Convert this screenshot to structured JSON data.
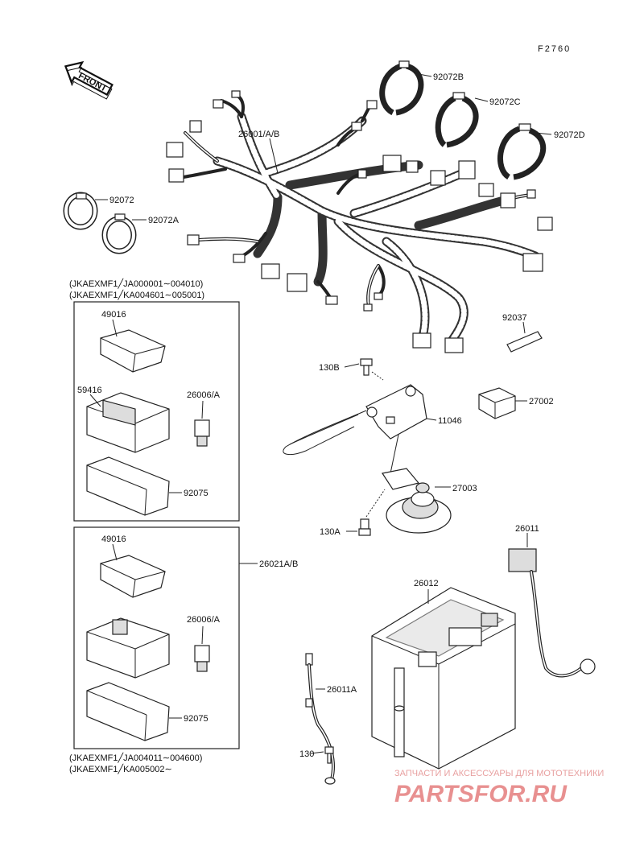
{
  "diagram_code": "F2760",
  "front_arrow": "FRONT",
  "parts": {
    "p26001": "26001/A/B",
    "p92072": "92072",
    "p92072A": "92072A",
    "p92072B": "92072B",
    "p92072C": "92072C",
    "p92072D": "92072D",
    "p92037": "92037",
    "p130B": "130B",
    "p11046": "11046",
    "p27002": "27002",
    "p27003": "27003",
    "p130A": "130A",
    "p26011": "26011",
    "p26012": "26012",
    "p26011A": "26011A",
    "p130": "130",
    "p26021AB": "26021A/B"
  },
  "box1": {
    "header1": "(JKAEXMF1╱JA000001∼004010)",
    "header2": "(JKAEXMF1╱KA004601∼005001)",
    "p49016": "49016",
    "p59416": "59416",
    "p26006A": "26006/A",
    "p92075": "92075"
  },
  "box2": {
    "p49016": "49016",
    "p26006A": "26006/A",
    "p92075": "92075",
    "footer1": "(JKAEXMF1╱JA004011∼004600)",
    "footer2": "(JKAEXMF1╱KA005002∼"
  },
  "watermark": {
    "tagline": "ЗАПЧАСТИ И АКСЕССУАРЫ ДЛЯ МОТОТЕХНИКИ",
    "brand": "PARTSFOR.RU"
  }
}
